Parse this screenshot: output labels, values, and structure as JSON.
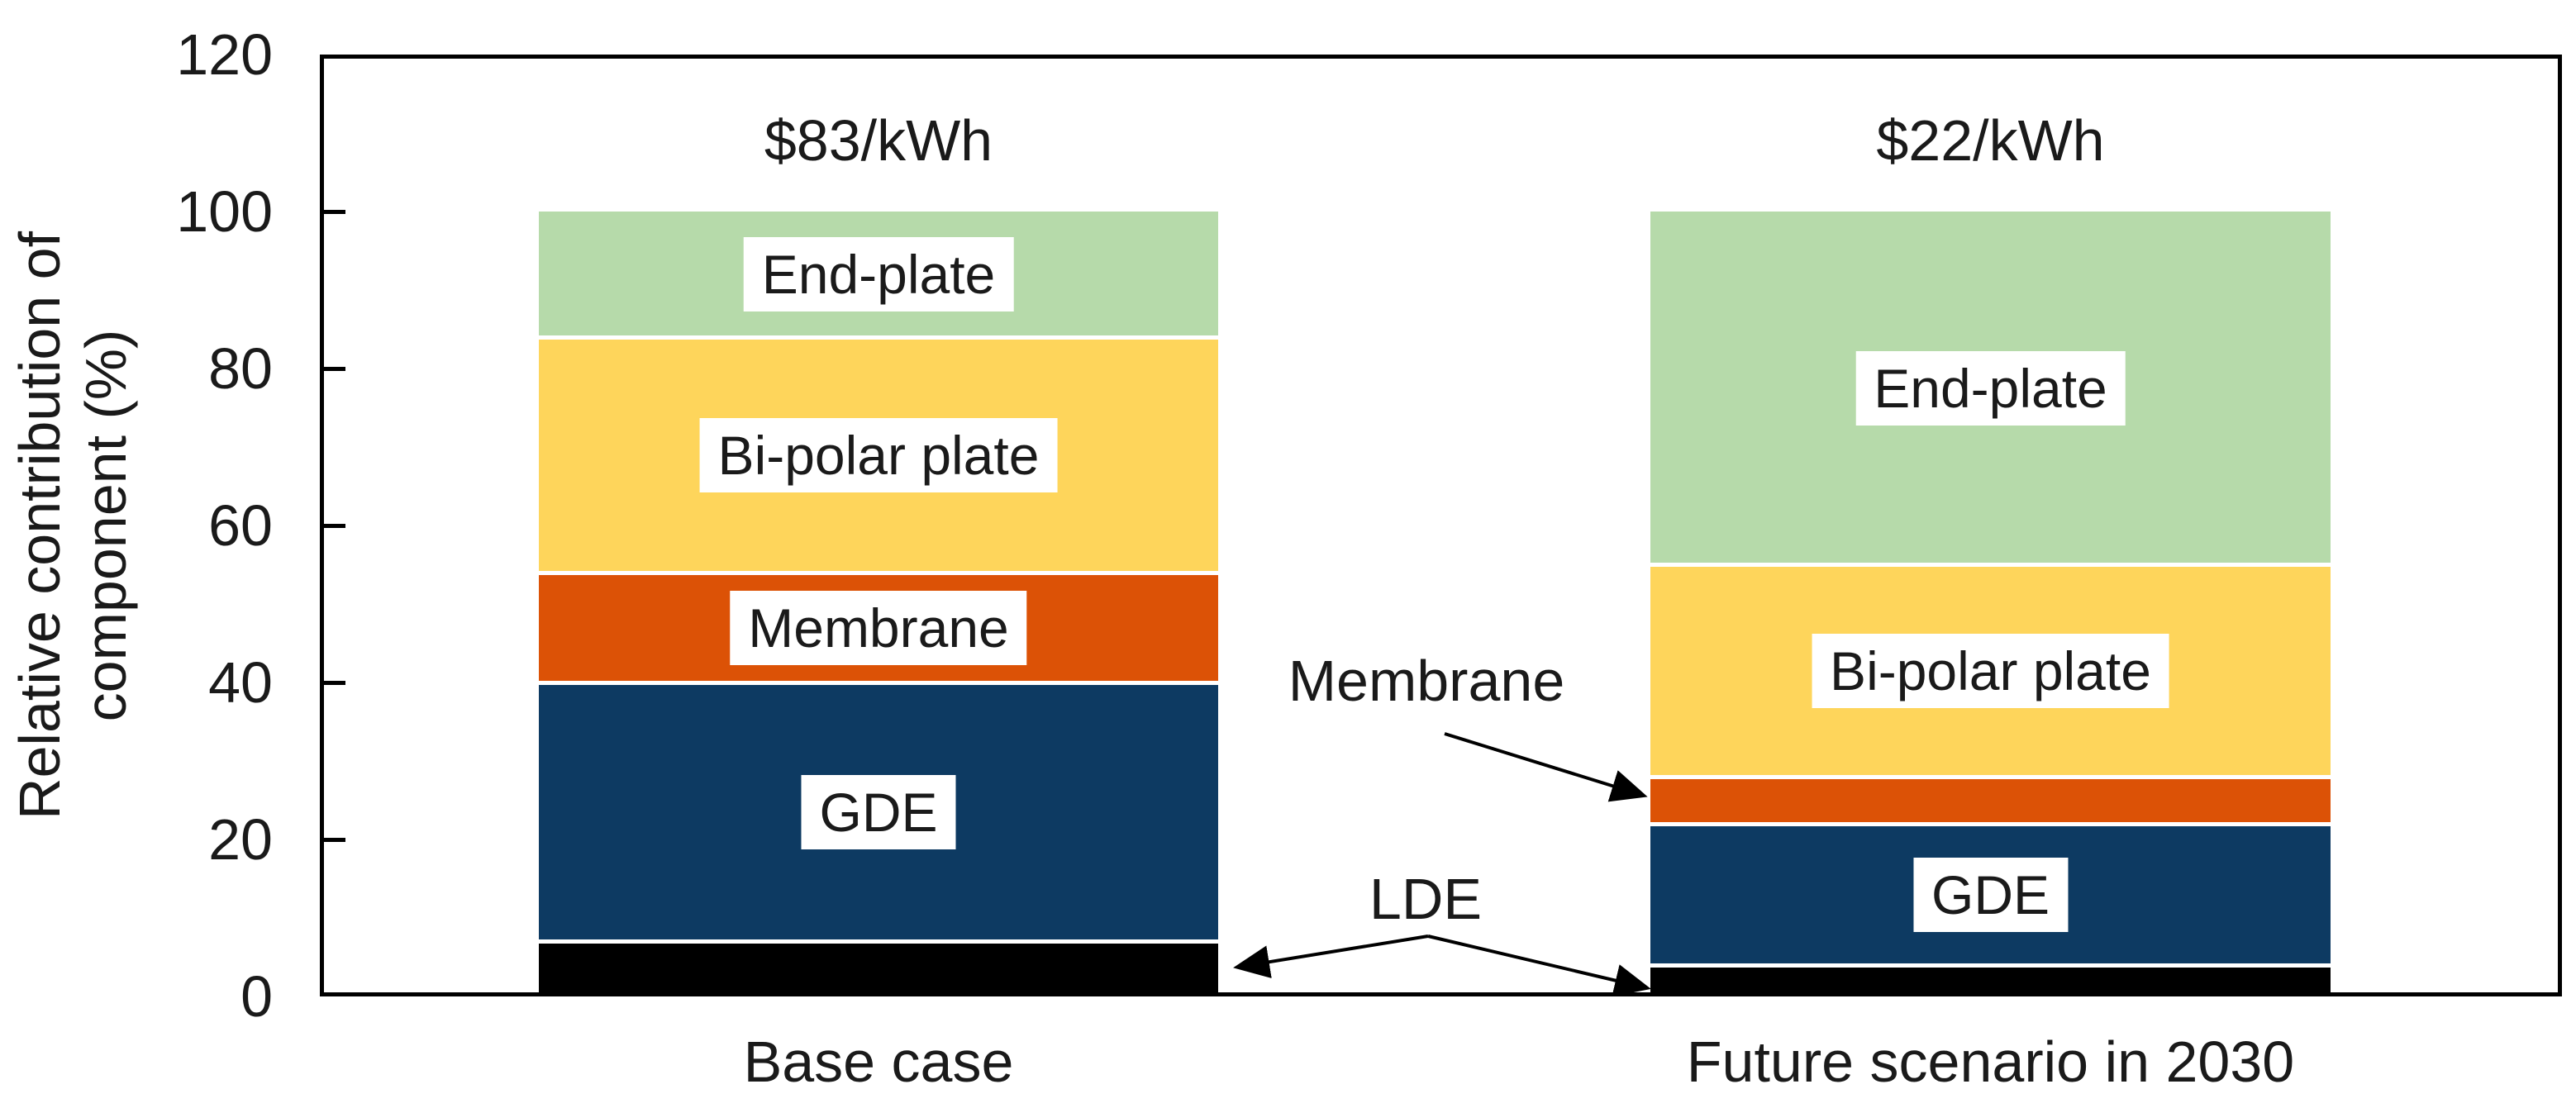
{
  "chart_data": {
    "type": "bar",
    "stacked": true,
    "ylabel": "Relative contribution of component (%)",
    "ylabel_lines": [
      "Relative contribution of",
      "component (%)"
    ],
    "ylim": [
      0,
      120
    ],
    "yticks": [
      0,
      20,
      40,
      60,
      80,
      100,
      120
    ],
    "grid": "off",
    "legend": "none (labels inside bars and as annotations)",
    "categories": [
      "Base case",
      "Future scenario in 2030"
    ],
    "bar_totals": [
      "$83/kWh",
      "$22/kWh"
    ],
    "series": [
      {
        "name": "LDE",
        "color": "#000000",
        "values": [
          7,
          4
        ],
        "labels_inside": [
          false,
          false
        ]
      },
      {
        "name": "GDE",
        "color": "#0d3a62",
        "values": [
          33,
          18
        ],
        "labels_inside": [
          true,
          true
        ]
      },
      {
        "name": "Membrane",
        "color": "#dc5206",
        "values": [
          14,
          6
        ],
        "labels_inside": [
          true,
          false
        ]
      },
      {
        "name": "Bi-polar plate",
        "color": "#fed55b",
        "values": [
          30,
          27
        ],
        "labels_inside": [
          true,
          true
        ]
      },
      {
        "name": "End-plate",
        "color": "#b6daaa",
        "values": [
          16,
          45
        ],
        "labels_inside": [
          true,
          true
        ]
      }
    ],
    "annotations": [
      {
        "id": "membrane-callout",
        "text": "Membrane",
        "points_to": "Membrane segment of Future scenario bar"
      },
      {
        "id": "lde-callout",
        "text": "LDE",
        "points_to": "LDE segments of both bars"
      }
    ],
    "axis_color": "#000000",
    "separator_color": "#ffffff"
  }
}
